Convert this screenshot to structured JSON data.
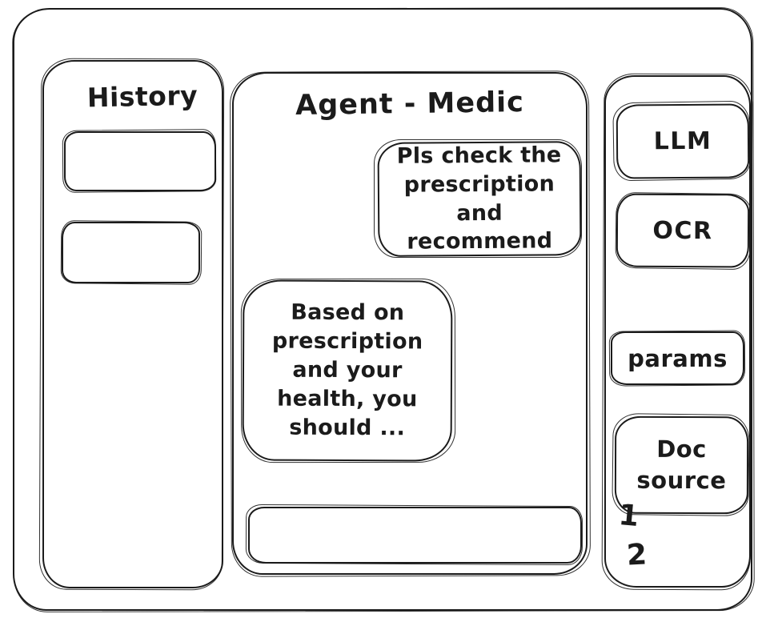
{
  "window": {
    "title": "Agent - Medic"
  },
  "history": {
    "title": "History",
    "items": [
      {
        "label": ""
      },
      {
        "label": ""
      }
    ]
  },
  "chat": {
    "title": "Agent - Medic",
    "messages": [
      {
        "role": "user",
        "text": "Pls check the prescription and recommend"
      },
      {
        "role": "assistant",
        "text": "Based on prescription and your health, you should ..."
      }
    ],
    "input": {
      "value": ""
    }
  },
  "tools": {
    "buttons": [
      {
        "label": "LLM"
      },
      {
        "label": "OCR"
      },
      {
        "label": "params"
      },
      {
        "label": "Doc source"
      }
    ],
    "annotations": [
      "1",
      "2"
    ]
  },
  "colors": {
    "ink": "#1b1b1b",
    "background": "#ffffff"
  }
}
